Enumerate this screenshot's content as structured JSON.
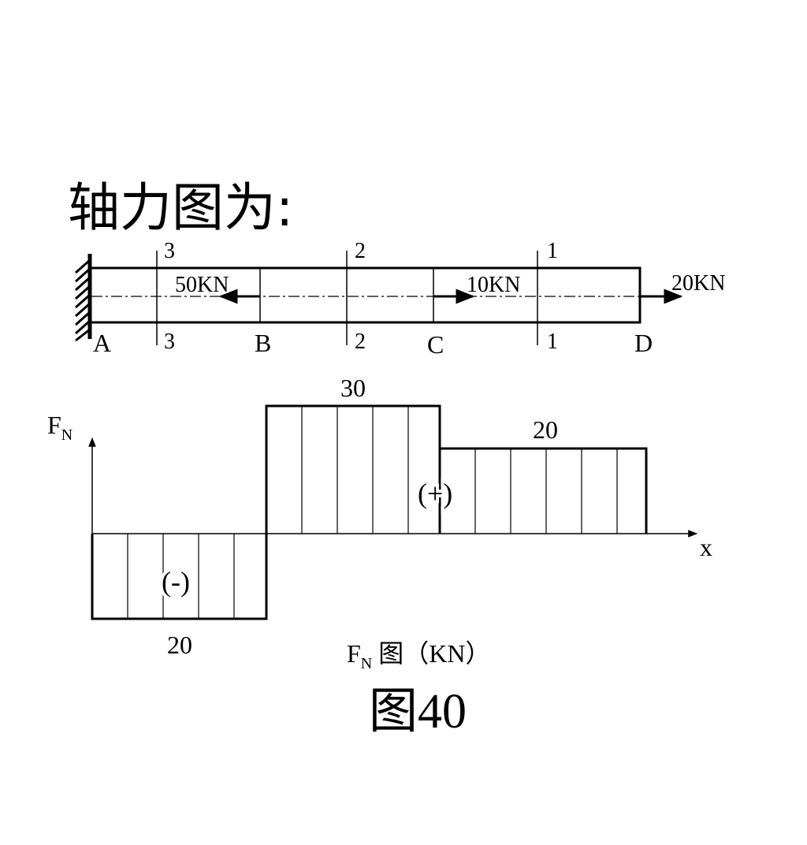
{
  "heading": "轴力图为:",
  "figure_caption": "图40",
  "beam": {
    "sections": [
      {
        "id": "3",
        "top_label": "3",
        "bottom_label": "3"
      },
      {
        "id": "2",
        "top_label": "2",
        "bottom_label": "2"
      },
      {
        "id": "1",
        "top_label": "1",
        "bottom_label": "1"
      }
    ],
    "points": [
      {
        "id": "A",
        "label": "A"
      },
      {
        "id": "B",
        "label": "B"
      },
      {
        "id": "C",
        "label": "C"
      },
      {
        "id": "D",
        "label": "D"
      }
    ],
    "loads": [
      {
        "id": "load-b",
        "label": "50KN",
        "direction": "left",
        "at": "B"
      },
      {
        "id": "load-c",
        "label": "10KN",
        "direction": "right",
        "at": "C"
      },
      {
        "id": "load-d",
        "label": "20KN",
        "direction": "right",
        "at": "D"
      }
    ],
    "support": "fixed wall at A"
  },
  "chart_data": {
    "type": "step-diagram",
    "title": "",
    "caption": {
      "main": "F",
      "sub": "N",
      "rest": " 图（KN）"
    },
    "ylabel": {
      "main": "F",
      "sub": "N"
    },
    "xlabel": "x",
    "segments": [
      {
        "from": "A",
        "to": "B",
        "value": -20,
        "value_label": "20",
        "sign_label": "(-)"
      },
      {
        "from": "B",
        "to": "C",
        "value": 30,
        "value_label": "30",
        "sign_label": ""
      },
      {
        "from": "C",
        "to": "D",
        "value": 20,
        "value_label": "20",
        "sign_label": ""
      }
    ],
    "positive_region_label": "(+)",
    "hatching": "vertical lines"
  }
}
